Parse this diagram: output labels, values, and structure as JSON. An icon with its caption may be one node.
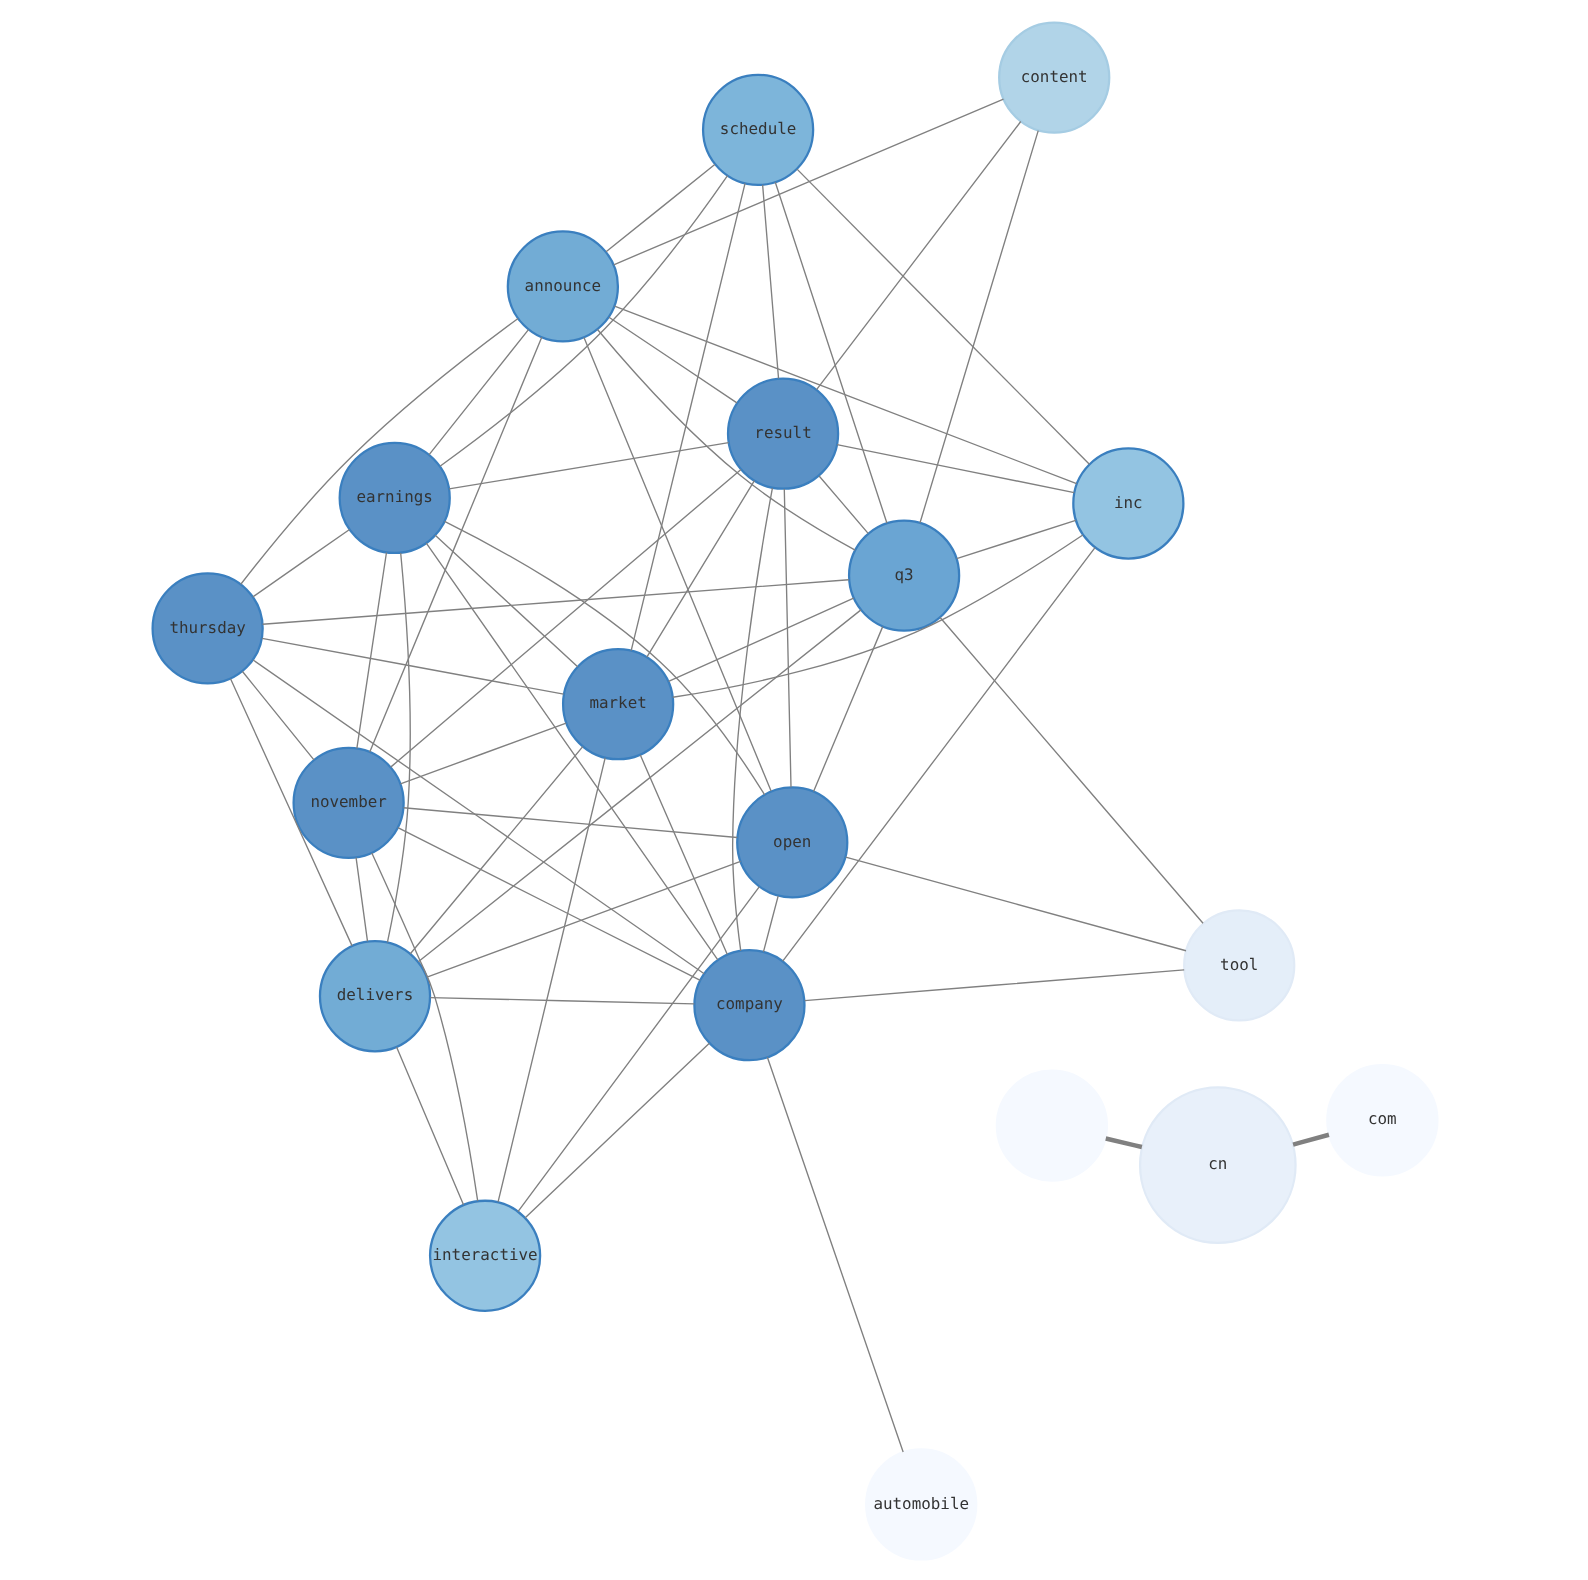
{
  "diagram": {
    "nodes": [
      {
        "text": [],
        "shape": "circle"
      },
      {
        "text": [
          "com"
        ]
      },
      {
        "text": [
          "cn"
        ]
      },
      {
        "text": [
          "automobile"
        ]
      },
      {
        "text": [
          "interactive"
        ]
      },
      {
        "text": [
          "delivers"
        ]
      },
      {
        "text": [
          "company"
        ]
      },
      {
        "text": [
          "market"
        ]
      },
      {
        "text": [
          "thursday"
        ]
      },
      {
        "text": [
          "november"
        ]
      },
      {
        "text": [
          "open"
        ]
      },
      {
        "text": [
          "schedule"
        ]
      },
      {
        "text": [
          "tool"
        ]
      },
      {
        "text": [
          "q3"
        ]
      },
      {
        "text": [
          "result"
        ]
      },
      {
        "text": [
          "content"
        ]
      },
      {
        "text": [
          "earnings"
        ]
      },
      {
        "text": [
          "announce"
        ]
      },
      {
        "text": [
          "inc"
        ]
      }
    ],
    "edges": [
      {
        "from": 0,
        "to": 2,
        "arrow": "none",
        "style": "thick"
      },
      {
        "from": 1,
        "to": 2,
        "arrow": "none",
        "style": "thick"
      },
      {
        "from": 3,
        "to": 6,
        "arrow": "none"
      },
      {
        "from": 4,
        "to": 5,
        "arrow": "none"
      },
      {
        "from": 4,
        "to": 6,
        "arrow": "none"
      },
      {
        "from": 4,
        "to": 9,
        "arrow": "none"
      },
      {
        "from": 4,
        "to": 7,
        "arrow": "none"
      },
      {
        "from": 4,
        "to": 10,
        "arrow": "none"
      },
      {
        "from": 5,
        "to": 6,
        "arrow": "none"
      },
      {
        "from": 5,
        "to": 7,
        "arrow": "none"
      },
      {
        "from": 5,
        "to": 9,
        "arrow": "none"
      },
      {
        "from": 5,
        "to": 13,
        "arrow": "none"
      },
      {
        "from": 5,
        "to": 8,
        "arrow": "none"
      },
      {
        "from": 5,
        "to": 10,
        "arrow": "none"
      },
      {
        "from": 5,
        "to": 16,
        "arrow": "none"
      },
      {
        "from": 6,
        "to": 7,
        "arrow": "none"
      },
      {
        "from": 6,
        "to": 8,
        "arrow": "none"
      },
      {
        "from": 6,
        "to": 10,
        "arrow": "none"
      },
      {
        "from": 6,
        "to": 12,
        "arrow": "none"
      },
      {
        "from": 6,
        "to": 9,
        "arrow": "none"
      },
      {
        "from": 6,
        "to": 14,
        "arrow": "none"
      },
      {
        "from": 6,
        "to": 16,
        "arrow": "none"
      },
      {
        "from": 6,
        "to": 18,
        "arrow": "none"
      },
      {
        "from": 7,
        "to": 8,
        "arrow": "none"
      },
      {
        "from": 7,
        "to": 11,
        "arrow": "none"
      },
      {
        "from": 7,
        "to": 9,
        "arrow": "none"
      },
      {
        "from": 7,
        "to": 14,
        "arrow": "none"
      },
      {
        "from": 7,
        "to": 13,
        "arrow": "none"
      },
      {
        "from": 7,
        "to": 16,
        "arrow": "none"
      },
      {
        "from": 7,
        "to": 18,
        "arrow": "none"
      },
      {
        "from": 8,
        "to": 9,
        "arrow": "none"
      },
      {
        "from": 8,
        "to": 13,
        "arrow": "none"
      },
      {
        "from": 8,
        "to": 17,
        "arrow": "none"
      },
      {
        "from": 8,
        "to": 16,
        "arrow": "none"
      },
      {
        "from": 9,
        "to": 10,
        "arrow": "none"
      },
      {
        "from": 9,
        "to": 14,
        "arrow": "none"
      },
      {
        "from": 9,
        "to": 17,
        "arrow": "none"
      },
      {
        "from": 9,
        "to": 16,
        "arrow": "none"
      },
      {
        "from": 10,
        "to": 12,
        "arrow": "none"
      },
      {
        "from": 10,
        "to": 13,
        "arrow": "none"
      },
      {
        "from": 10,
        "to": 17,
        "arrow": "none"
      },
      {
        "from": 10,
        "to": 16,
        "arrow": "none"
      },
      {
        "from": 10,
        "to": 14,
        "arrow": "none"
      },
      {
        "from": 11,
        "to": 13,
        "arrow": "none"
      },
      {
        "from": 11,
        "to": 14,
        "arrow": "none"
      },
      {
        "from": 11,
        "to": 17,
        "arrow": "none"
      },
      {
        "from": 11,
        "to": 18,
        "arrow": "none"
      },
      {
        "from": 11,
        "to": 16,
        "arrow": "none"
      },
      {
        "from": 12,
        "to": 13,
        "arrow": "none"
      },
      {
        "from": 13,
        "to": 14,
        "arrow": "none"
      },
      {
        "from": 13,
        "to": 15,
        "arrow": "none"
      },
      {
        "from": 13,
        "to": 17,
        "arrow": "none"
      },
      {
        "from": 13,
        "to": 18,
        "arrow": "none"
      },
      {
        "from": 14,
        "to": 15,
        "arrow": "none"
      },
      {
        "from": 14,
        "to": 16,
        "arrow": "none"
      },
      {
        "from": 14,
        "to": 17,
        "arrow": "none"
      },
      {
        "from": 14,
        "to": 18,
        "arrow": "none"
      },
      {
        "from": 15,
        "to": 17,
        "arrow": "none"
      },
      {
        "from": 16,
        "to": 17,
        "arrow": "none"
      },
      {
        "from": 17,
        "to": 18,
        "arrow": "none"
      }
    ]
  }
}
